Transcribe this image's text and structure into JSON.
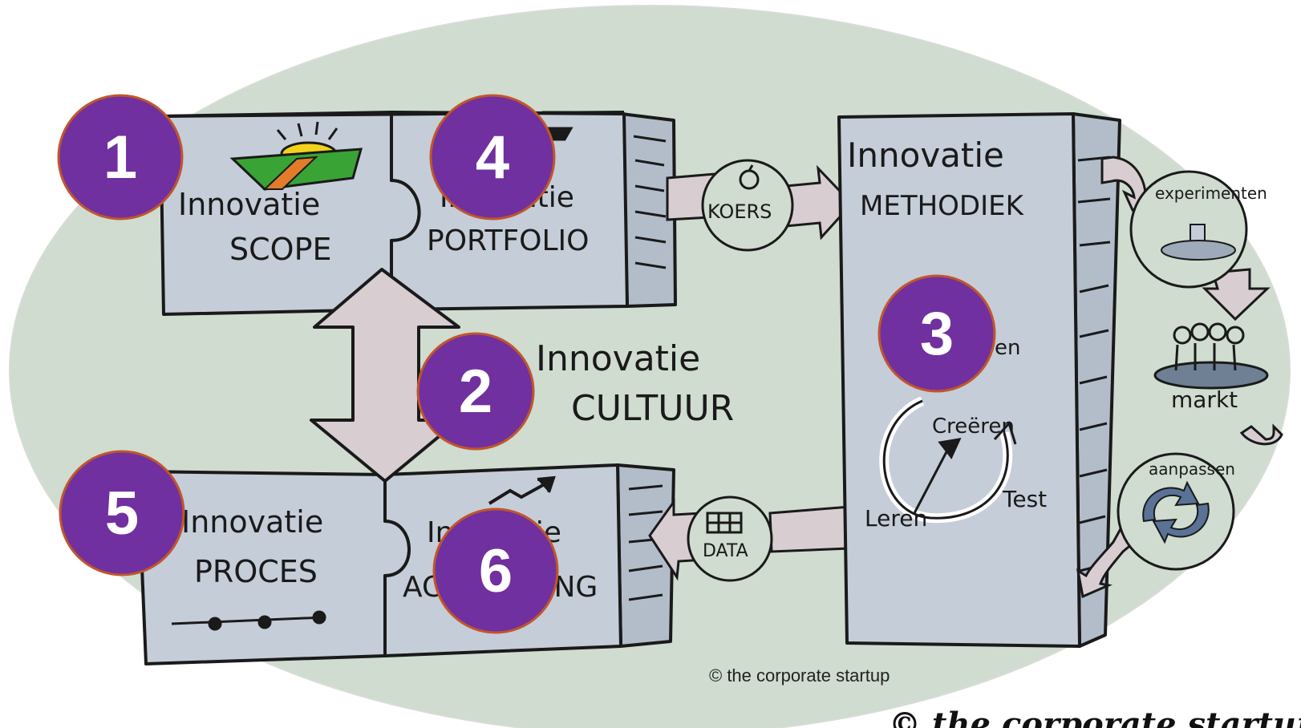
{
  "blocks": {
    "scope": {
      "line1": "Innovatie",
      "line2": "SCOPE"
    },
    "portfolio": {
      "line1": "Innovatie",
      "line2": "PORTFOLIO"
    },
    "proces": {
      "line1": "Innovatie",
      "line2": "PROCES"
    },
    "accounting": {
      "line1": "Innovatie",
      "line2": "ACCOUNTING"
    },
    "methodiek": {
      "line1": "Innovatie",
      "line2": "METHODIEK"
    }
  },
  "cultuur": {
    "line1": "Innovatie",
    "line2": "CULTUUR"
  },
  "connectors": {
    "koers": "KOERS",
    "data": "DATA"
  },
  "cycle": {
    "creeren": "Creëren",
    "test": "Test",
    "leren": "Leren",
    "meten_partial": "en"
  },
  "right_flow": {
    "experimenten": "experimenten",
    "markt": "markt",
    "aanpassen": "aanpassen"
  },
  "badges": [
    "1",
    "2",
    "3",
    "4",
    "5",
    "6"
  ],
  "copyright": {
    "small": "© the corporate startup",
    "hand": "© the corporate startup"
  },
  "colors": {
    "ellipse": "#cfdccf",
    "block_fill": "#c5cdd8",
    "block_side": "#b3bdca",
    "arrow_fill": "#d8cdd0",
    "badge_fill": "#7030a0",
    "badge_stroke": "#c0562a"
  }
}
